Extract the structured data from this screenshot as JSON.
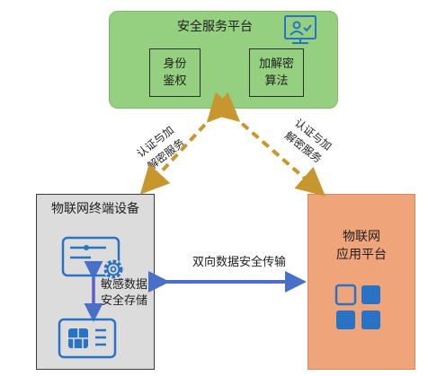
{
  "platform": {
    "title": "安全服务平台",
    "module_auth_line1": "身份",
    "module_auth_line2": "鉴权",
    "module_crypto_line1": "加解密",
    "module_crypto_line2": "算法",
    "icon": "monitor-user-icon"
  },
  "device": {
    "title": "物联网终端设备",
    "storage_line1": "敏感数据",
    "storage_line2": "安全存储",
    "icon_top": "card-gear-icon",
    "icon_bottom": "sim-card-icon"
  },
  "app_platform": {
    "title_line1": "物联网",
    "title_line2": "应用平台",
    "icon": "grid-apps-icon"
  },
  "links": {
    "left_line1": "认证与加",
    "left_line2": "解密服务",
    "right_line1": "认证与加",
    "right_line2": "解密服务",
    "horizontal": "双向数据安全传输"
  },
  "colors": {
    "platform_fill": "#95cf80",
    "device_fill": "#dcdcdc",
    "app_fill": "#efa47a",
    "accent_blue": "#2a72c3",
    "arrow_gold": "#c8962e",
    "arrow_blue": "#4a6fc9"
  }
}
